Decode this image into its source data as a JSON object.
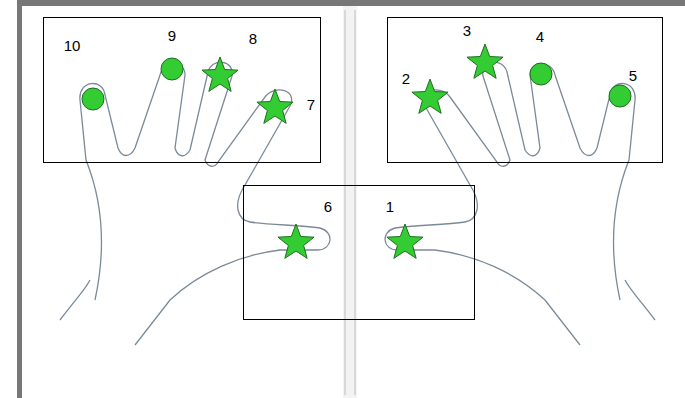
{
  "diagram": {
    "nodes": [
      {
        "text": [
          "10",
          "9",
          "8",
          "7"
        ]
      },
      {
        "text": [
          "2",
          "3",
          "4",
          "5"
        ]
      },
      {
        "text": [
          "6",
          "1"
        ]
      }
    ]
  }
}
